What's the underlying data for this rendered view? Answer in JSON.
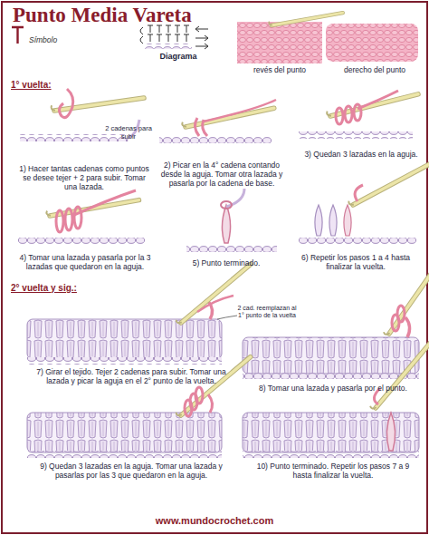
{
  "diagram": {
    "title": "Punto Media Vareta",
    "labels": [
      "Símbolo",
      "Diagrama",
      "revés del punto",
      "derecho del punto",
      "1° vuelta:",
      "1) Hacer tantas cadenas como puntos se desee tejer + 2 para subir. Tomar una lazada.",
      "2 cadenas para subir",
      "2) Picar en la 4° cadena contando desde la aguja. Tomar otra lazada y pasarla por la cadena de base.",
      "3) Quedan 3 lazadas en la aguja.",
      "4) Tomar una lazada y pasarla por la 3 lazadas que quedaron en la aguja.",
      "5) Punto terminado.",
      "6) Repetir los pasos 1 a 4 hasta finalizar la vuelta.",
      "2° vuelta y sig.:",
      "2 cad. reemplazan al 1° punto de la vuelta",
      "7) Girar el tejido. Tejer 2 cadenas para subir. Tomar una lazada y picar la aguja en el 2° punto de la vuelta.",
      "8) Tomar una lazada y pasarla por el punto.",
      "9) Quedan 3 lazadas en la aguja. Tomar una lazada y pasarlas por las 3 que quedaron en la aguja.",
      "10) Punto terminado. Repetir los pasos 7 a 9 hasta finalizar la vuelta.",
      "www.mundocrochet.com"
    ]
  }
}
